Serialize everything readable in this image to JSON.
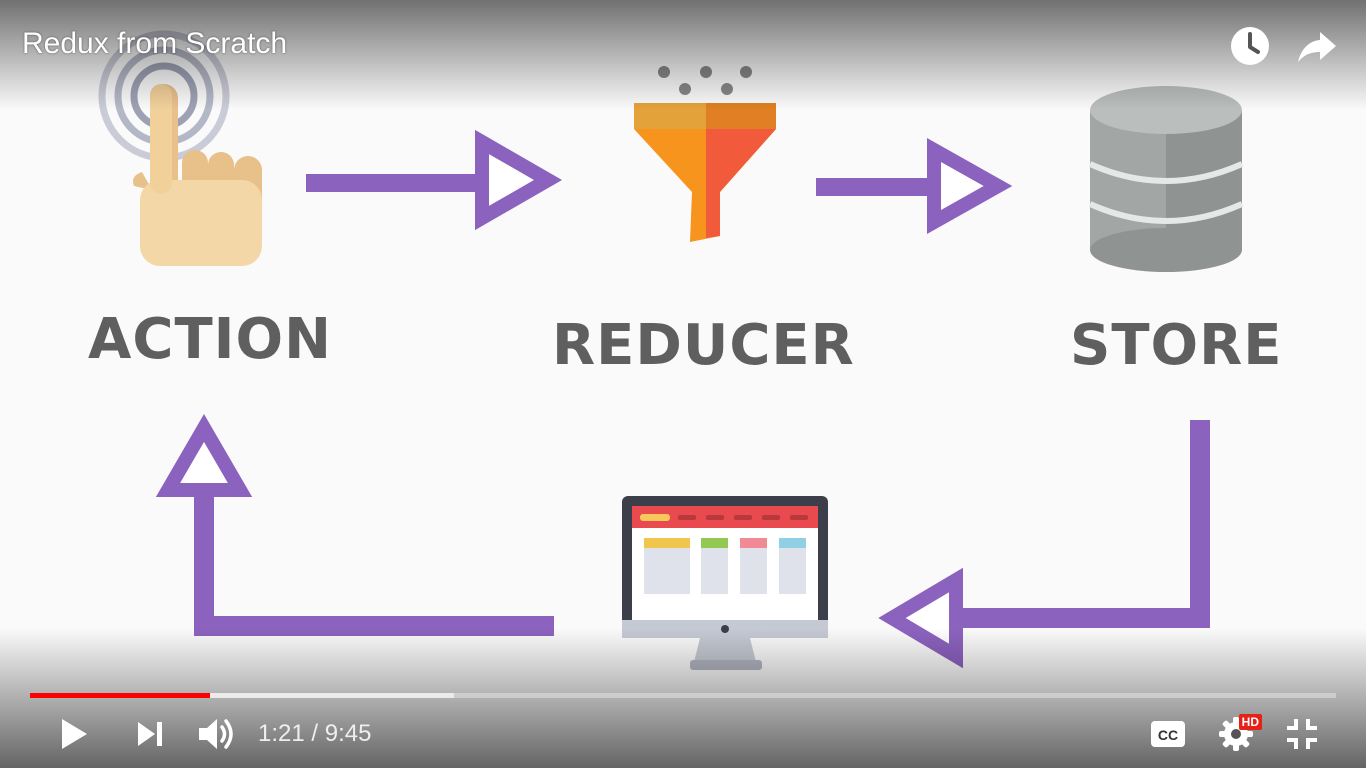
{
  "video": {
    "title": "Redux from Scratch"
  },
  "diagram": {
    "nodes": {
      "action": "ACTION",
      "reducer": "REDUCER",
      "store": "STORE"
    },
    "arrow_color": "#8c62bf",
    "label_color": "#5f5f5f"
  },
  "player": {
    "current_time": "1:21",
    "duration": "9:45",
    "time_text": "1:21 / 9:45",
    "progress_fraction": 0.138,
    "buffered_fraction": 0.325,
    "played_color": "#ff0000",
    "hd_badge": "HD",
    "icons": {
      "watch_later": "clock-icon",
      "share": "share-icon",
      "play": "play-icon",
      "next": "next-icon",
      "volume": "volume-icon",
      "captions": "captions-icon",
      "settings": "gear-icon",
      "exit_fullscreen": "exit-fullscreen-icon"
    }
  }
}
